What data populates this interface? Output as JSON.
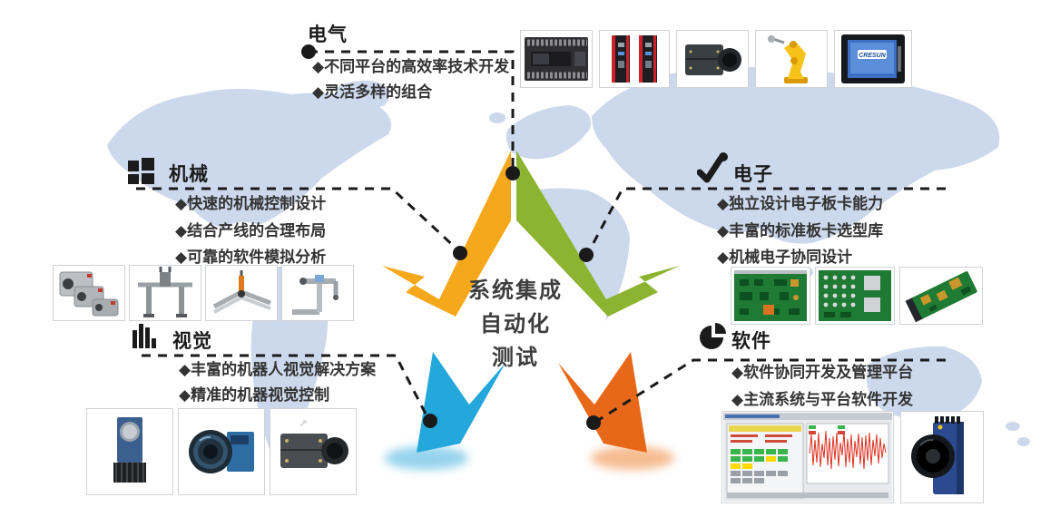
{
  "center": {
    "lines": [
      "系统集成",
      "自动化",
      "测试"
    ]
  },
  "sections": {
    "electric": {
      "title": "电气",
      "bullets": [
        "◆不同平台的高效率技术开发",
        "◆灵活多样的组合"
      ]
    },
    "mechanical": {
      "title": "机械",
      "icon": "grid-squares-icon",
      "bullets": [
        "◆快速的机械控制设计",
        "◆结合产线的合理布局",
        "◆可靠的软件模拟分析"
      ]
    },
    "electronic": {
      "title": "电子",
      "icon": "pulse-check-icon",
      "bullets": [
        "◆独立设计电子板卡能力",
        "◆丰富的标准板卡选型库",
        "◆机械电子协同设计"
      ]
    },
    "vision": {
      "title": "视觉",
      "icon": "bars-icon",
      "bullets": [
        "◆丰富的机器人视觉解决方案",
        "◆精准的机器视觉控制"
      ]
    },
    "software": {
      "title": "软件",
      "icon": "pie-chart-icon",
      "bullets": [
        "◆软件协同开发及管理平台",
        "◆主流系统与平台软件开发"
      ]
    }
  },
  "products": {
    "hmi_brand": "CRESUN",
    "electric": [
      "plc-module",
      "industrial-controllers",
      "industrial-camera",
      "robot-arm",
      "hmi-touch-panel"
    ],
    "mechanical": [
      "pneumatic-cylinders",
      "gantry-robot",
      "xyz-stage",
      "cartesian-robot"
    ],
    "electronic": [
      "pcb-board-1",
      "pcb-board-2",
      "pcb-card-angled"
    ],
    "vision": [
      "smart-camera-blue",
      "lens-camera",
      "box-camera"
    ],
    "software": [
      "test-software-screenshot",
      "vision-smart-camera"
    ]
  },
  "colors": {
    "gold": "#F5A81C",
    "green": "#8CB431",
    "blue": "#24A7DB",
    "orange": "#E8681A",
    "map": "#CCD9EC",
    "line": "#1A1A1A",
    "text": "#3D3D3D"
  }
}
